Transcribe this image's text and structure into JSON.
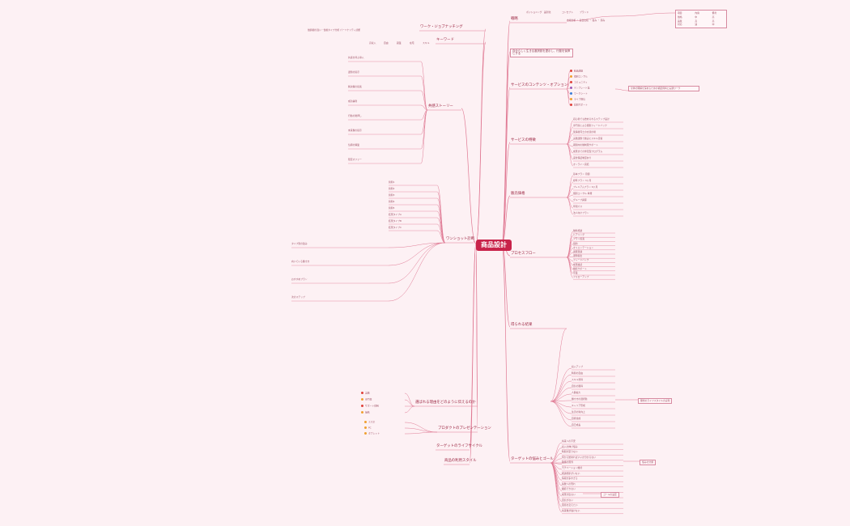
{
  "central": "商品設計",
  "branches": {
    "left_top": "ワーク・ジョブナッチング",
    "left_top_leaf": "価値観の違い・性格タイプ分析 パーソナリティ診断",
    "keyword": "キーワード",
    "keyword_items": [
      "高収入",
      "自由",
      "副業",
      "在宅",
      "スキル"
    ],
    "approach": "共感ストーリー",
    "diagnosis": "ワンショット診断",
    "select_reason": "選ばれる理由をどのように伝えるのか",
    "product_presentation": "プロダクトのプレゼンテーション",
    "target_life": "ターゲットのライフサイクル",
    "usage_style": "商品の利用スタイル"
  },
  "right_branches": {
    "strategy": "戦略",
    "core_message": "自分らしく生きる選択肢を提示し、行動を後押しする",
    "contents": "サービスのコンテンツ・オプション",
    "service_features": "サービスの特徴",
    "sales_price": "販売価格",
    "process": "プロセスフロー",
    "benefits": "得られる結果",
    "target_needs": "ターゲットの悩みとゴール"
  },
  "strategy_items": [
    "ポジショニング",
    "差別化",
    "コンセプト",
    "ブランド"
  ],
  "strategy_detail": [
    "市場分析",
    "競合比較",
    "強み",
    "弱み"
  ],
  "strategy_table": {
    "headers": [
      "項目",
      "内容",
      "備考"
    ],
    "rows": [
      [
        "価格",
        "中",
        "高"
      ],
      [
        "品質",
        "高",
        "高"
      ],
      [
        "対応",
        "速",
        "中"
      ]
    ]
  },
  "content_items": [
    "動画講座",
    "個別コンサル",
    "コミュニティ",
    "テンプレート集",
    "ワークシート",
    "ライブ配信",
    "質問サポート"
  ],
  "content_note": "全体の理解を深めるための補足資料と実践ワーク",
  "feature_items": [
    "初心者でも始められるステップ設計",
    "専門家による個別フィードバック",
    "受講者同士の交流の場",
    "実践課題で確実にスキル定着",
    "期間内の無制限サポート",
    "成果までの伴走型プログラム",
    "返金保証制度あり",
    "オンライン完結"
  ],
  "price_items": [
    "基本プラン 月額",
    "標準プラン 3ヶ月",
    "プレミアムプラン 6ヶ月",
    "個別コンサル 単発",
    "グループ講座",
    "年間パス",
    "法人向けプラン"
  ],
  "process_items": [
    "無料相談",
    "ヒアリング",
    "プラン提案",
    "契約",
    "オリエンテーション",
    "講座受講",
    "課題提出",
    "フィードバック",
    "成果確認",
    "継続サポート",
    "卒業",
    "フォローアップ"
  ],
  "benefit_items": [
    "収入アップ",
    "時間の自由",
    "スキル習得",
    "自信の獲得",
    "人脈拡大",
    "働き方の選択肢",
    "キャリア形成",
    "生活の質向上",
    "目標達成",
    "自己成長"
  ],
  "benefit_note": "理想のライフスタイルの実現",
  "needs_items": [
    "将来への不安",
    "収入の伸び悩み",
    "時間が足りない",
    "何から始めればいいか分からない",
    "独学の限界",
    "モチベーション維持",
    "相談相手がいない",
    "情報が多すぎる",
    "失敗への恐れ",
    "継続できない",
    "成果が出ない",
    "自信がない",
    "環境を変えたい",
    "将来像が描けない"
  ],
  "needs_group": "悩みの分類",
  "needs_goal": "ゴールの設定",
  "left_approach_items": [
    "共感を呼ぶ導入",
    "課題の提示",
    "解決策の提案",
    "成功事例",
    "行動の後押し",
    "未来像の提示",
    "信頼の構築",
    "限定オファー"
  ],
  "diagnosis_items": [
    "質問1",
    "質問2",
    "質問3",
    "質問4",
    "質問5",
    "結果タイプA",
    "結果タイプB",
    "結果タイプC"
  ],
  "select_items": [
    "実績",
    "専門性",
    "サポート体制",
    "価格"
  ],
  "usage_items": [
    "スマホ",
    "PC",
    "タブレット"
  ],
  "colors": {
    "background": "#fdf1f4",
    "central": "#c8234a",
    "branch": "#c8234a",
    "line": "#e07a94",
    "dot_red": "#e0413a",
    "dot_orange": "#f0a030",
    "dot_purple": "#9b59b6",
    "dot_blue": "#3b7dd8"
  }
}
